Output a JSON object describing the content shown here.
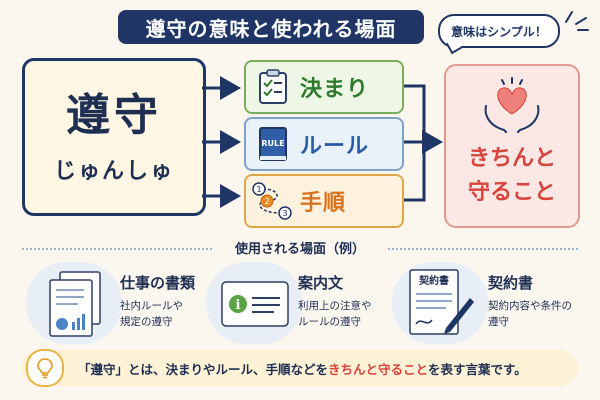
{
  "header": {
    "title": "遵守の意味と使われる場面",
    "bubble": "意味はシンプル！"
  },
  "term": {
    "kanji": "遵守",
    "reading": "じゅんしゅ"
  },
  "items": [
    {
      "label": "決まり",
      "icon": "checklist-icon",
      "color": "#2e7a2c"
    },
    {
      "label": "ルール",
      "icon": "rule-book-icon",
      "color": "#2a5aa6",
      "book_text": "RULE"
    },
    {
      "label": "手順",
      "icon": "steps-icon",
      "color": "#d9731b",
      "steps": [
        "1",
        "2",
        "3"
      ]
    }
  ],
  "result": {
    "line1": "きちんと",
    "line2": "守ること",
    "icon": "heart-hands-icon"
  },
  "usage": {
    "heading": "使用される場面（例）",
    "examples": [
      {
        "title": "仕事の書類",
        "desc1": "社内ルールや",
        "desc2": "規定の遵守",
        "icon": "documents-chart-icon"
      },
      {
        "title": "案内文",
        "desc1": "利用上の注意や",
        "desc2": "ルールの遵守",
        "icon": "info-notice-icon"
      },
      {
        "title": "契約書",
        "desc1": "契約内容や条件の",
        "desc2": "遵守",
        "icon": "contract-pen-icon",
        "doc_label": "契約書"
      }
    ]
  },
  "summary": {
    "before": "「遵守」とは、決まりやルール、手順などを",
    "highlight": "きちんと守ること",
    "after": "を表す言葉です。",
    "icon": "lightbulb-icon"
  }
}
